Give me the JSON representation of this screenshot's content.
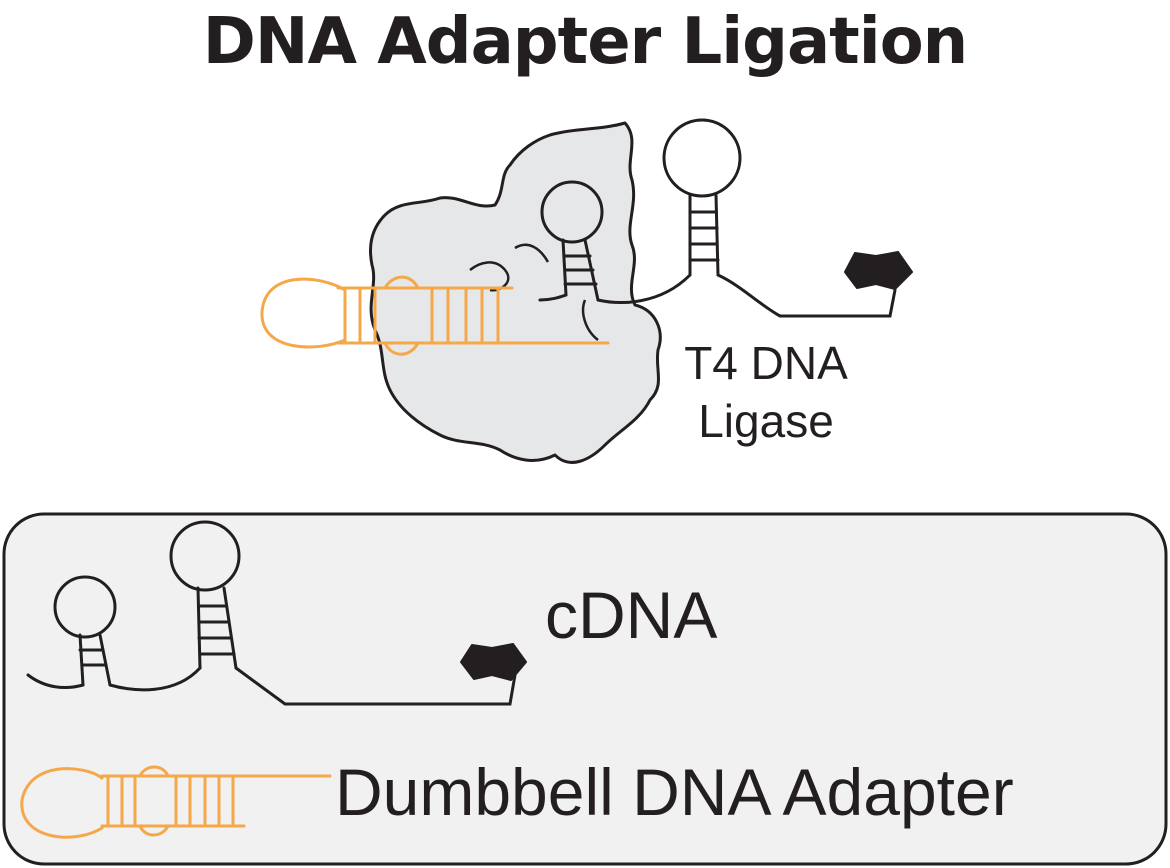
{
  "title": "DNA Adapter Ligation",
  "enzyme": {
    "line1": "T4 DNA",
    "line2": "Ligase"
  },
  "legend": {
    "cdna": "cDNA",
    "adapter": "Dumbbell DNA Adapter"
  },
  "colors": {
    "adapter": "#f5a84a",
    "dna_strand": "#231f20",
    "enzyme_fill": "#e6e7e8",
    "legend_box": "#f1f1f2"
  }
}
